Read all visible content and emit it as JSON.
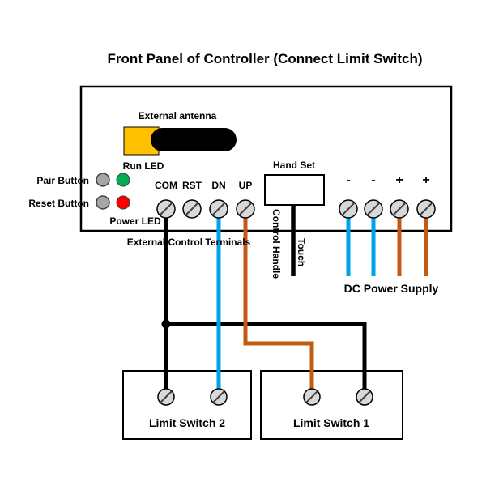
{
  "title": "Front Panel of Controller (Connect Limit Switch)",
  "panel": {
    "antenna_label": "External antenna",
    "run_led_label": "Run LED",
    "pair_button_label": "Pair Button",
    "reset_button_label": "Reset Button",
    "power_led_label": "Power LED",
    "hand_set_label": "Hand Set",
    "terminal_labels": [
      "COM",
      "RST",
      "DN",
      "UP"
    ],
    "dc_terminal_labels": [
      "-",
      "-",
      "+",
      "+"
    ]
  },
  "annotations": {
    "external_control_terminals": "External Control Terminals",
    "control_handle": "Control Handle",
    "touch": "Touch",
    "dc_power_supply": "DC Power Supply"
  },
  "limit_switches": {
    "switch_2": "Limit Switch 2",
    "switch_1": "Limit Switch 1"
  },
  "colors": {
    "wire_black": "#000000",
    "wire_blue": "#00A2E8",
    "wire_orange": "#C45911",
    "antenna_yellow": "#FFC000",
    "led_run_green": "#00B050",
    "led_power_red": "#FF0000",
    "button_gray": "#A6A6A6"
  }
}
